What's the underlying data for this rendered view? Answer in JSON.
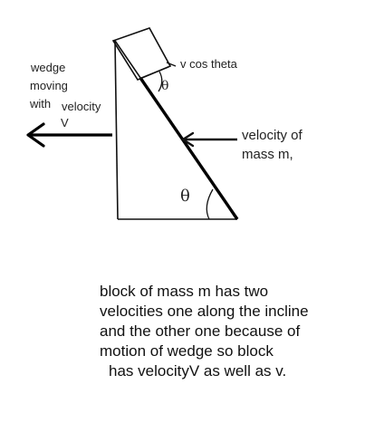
{
  "labels": {
    "wedge_line1": "wedge",
    "wedge_line2": "moving",
    "wedge_line3": "with",
    "velocity_word": "velocity",
    "wedge_velocity_symbol": "V",
    "component_label": "v cos theta",
    "theta_top": "θ",
    "theta_bottom": "θ",
    "mass_velocity_line1": "velocity of",
    "mass_velocity_line2": "mass m,"
  },
  "caption": {
    "line1": "block of mass m has two",
    "line2": "velocities one along the incline",
    "line3": "and the other one because of",
    "line4": "motion of wedge so block",
    "line5": "has velocityV as well as v."
  }
}
